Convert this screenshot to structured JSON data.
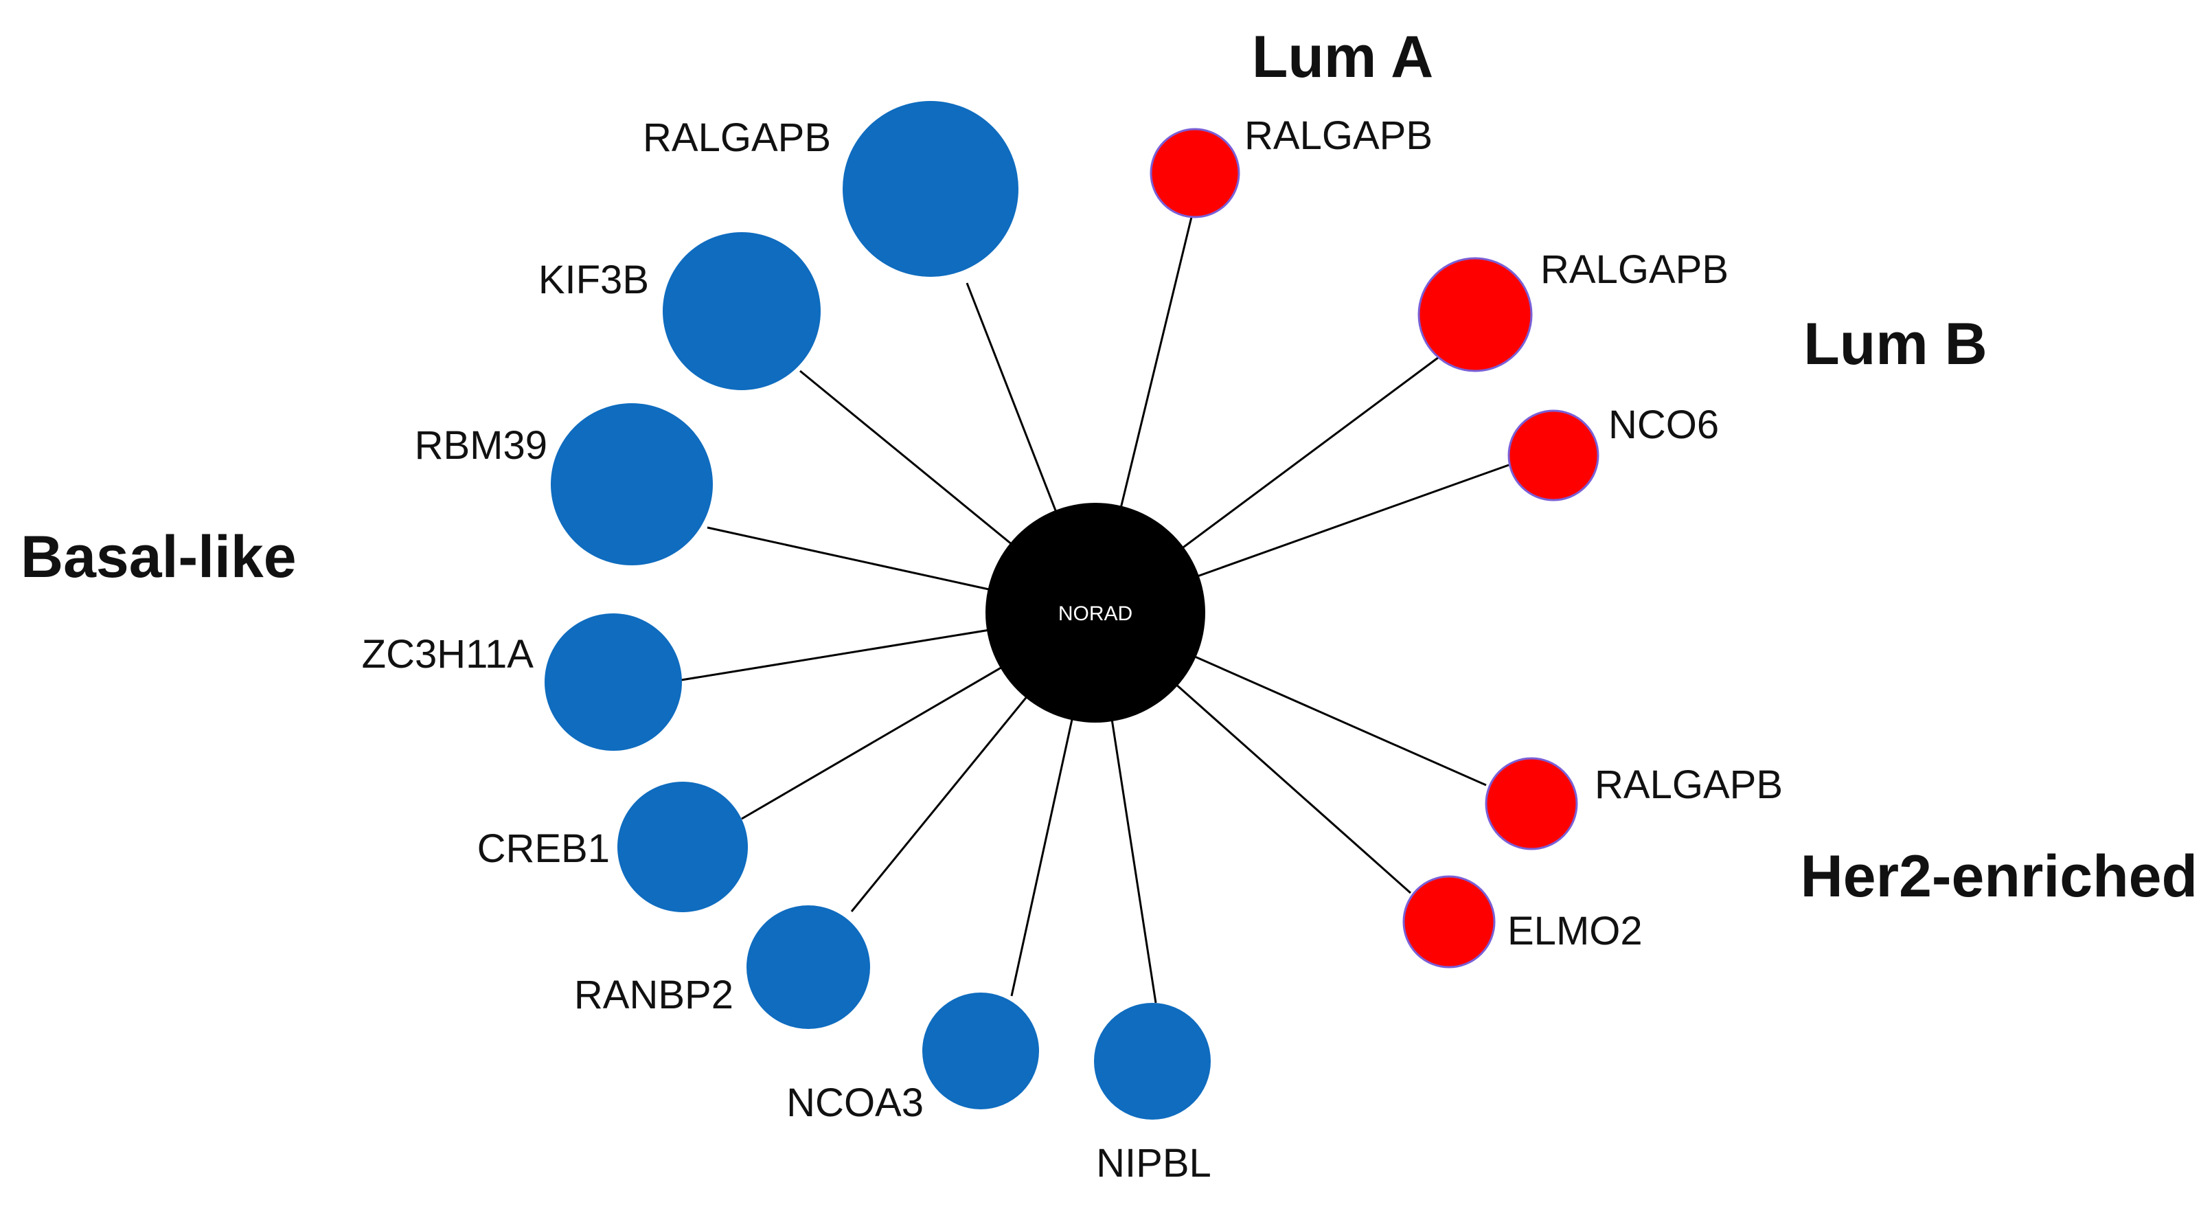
{
  "colors": {
    "basal": "#0f6cbf",
    "subtype_other": "#ff0000",
    "hub": "#000000",
    "red_outline": "#7a5fd6"
  },
  "hub": {
    "label": "NORAD"
  },
  "groups": {
    "lum_a": "Lum A",
    "lum_b": "Lum B",
    "basal_like": "Basal-like",
    "her2_enriched": "Her2-enriched"
  },
  "nodes": [
    {
      "id": "basal-ralgapb",
      "label": "RALGAPB",
      "group": "basal_like"
    },
    {
      "id": "basal-kif3b",
      "label": "KIF3B",
      "group": "basal_like"
    },
    {
      "id": "basal-rbm39",
      "label": "RBM39",
      "group": "basal_like"
    },
    {
      "id": "basal-zc3h11a",
      "label": "ZC3H11A",
      "group": "basal_like"
    },
    {
      "id": "basal-creb1",
      "label": "CREB1",
      "group": "basal_like"
    },
    {
      "id": "basal-ranbp2",
      "label": "RANBP2",
      "group": "basal_like"
    },
    {
      "id": "basal-ncoa3",
      "label": "NCOA3",
      "group": "basal_like"
    },
    {
      "id": "basal-nipbl",
      "label": "NIPBL",
      "group": "basal_like"
    },
    {
      "id": "luma-ralgapb",
      "label": "RALGAPB",
      "group": "lum_a"
    },
    {
      "id": "lumb-ralgapb",
      "label": "RALGAPB",
      "group": "lum_b"
    },
    {
      "id": "lumb-nco6",
      "label": "NCO6",
      "group": "lum_b"
    },
    {
      "id": "her2-ralgapb",
      "label": "RALGAPB",
      "group": "her2_enriched"
    },
    {
      "id": "her2-elmo2",
      "label": "ELMO2",
      "group": "her2_enriched"
    }
  ]
}
